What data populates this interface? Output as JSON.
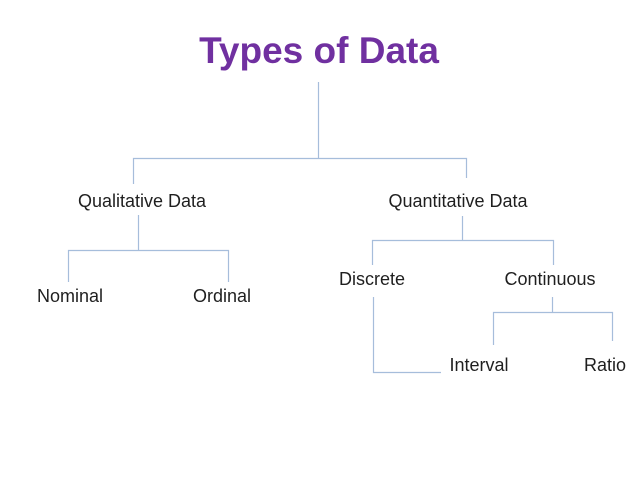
{
  "tree": {
    "root": "Types of Data",
    "children": [
      {
        "label": "Qualitative Data",
        "children": [
          {
            "label": "Nominal"
          },
          {
            "label": "Ordinal"
          }
        ]
      },
      {
        "label": "Quantitative Data",
        "children": [
          {
            "label": "Discrete"
          },
          {
            "label": "Continuous",
            "children": [
              {
                "label": "Interval"
              },
              {
                "label": "Ratio"
              }
            ]
          }
        ]
      }
    ]
  },
  "colors": {
    "title": "#7030A0",
    "connector": "#a6bddb",
    "label": "#1f1f1f",
    "background": "#ffffff"
  }
}
